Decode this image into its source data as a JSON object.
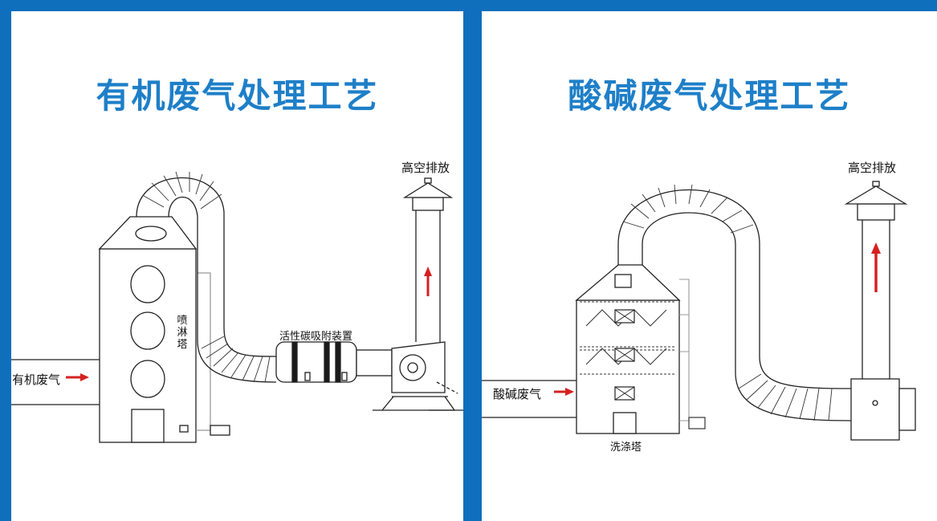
{
  "panels": {
    "left": {
      "title": "有机废气处理工艺",
      "labels": {
        "inlet": "有机废气",
        "tower": "喷淋塔",
        "carbon": "活性碳吸附装置",
        "exhaust": "高空排放"
      }
    },
    "right": {
      "title": "酸碱废气处理工艺",
      "labels": {
        "inlet": "酸碱废气",
        "tower": "洗涤塔",
        "exhaust": "高空排放"
      }
    }
  },
  "colors": {
    "frame": "#0f6fbd",
    "title": "#1e7fc8",
    "arrow": "#d62020",
    "line": "#222222"
  }
}
